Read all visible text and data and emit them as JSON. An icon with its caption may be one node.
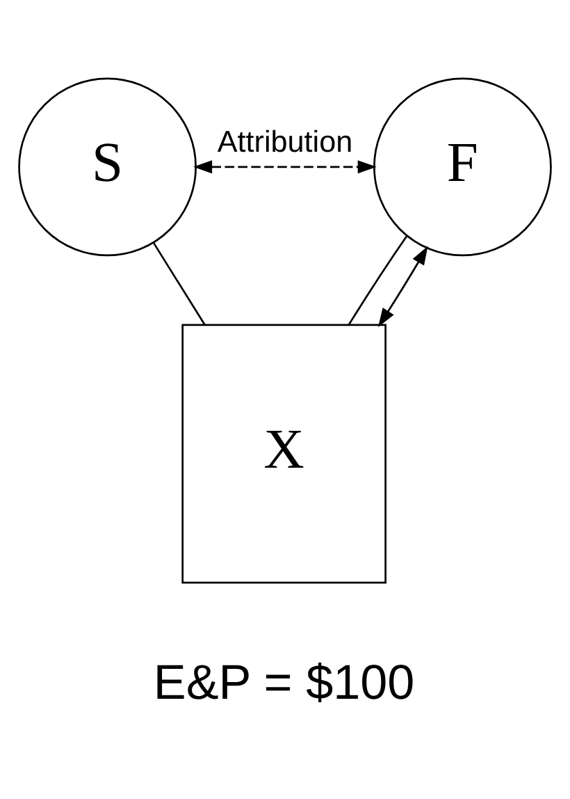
{
  "diagram": {
    "nodes": [
      {
        "text": [
          "S"
        ]
      },
      {
        "text": [
          "F"
        ]
      },
      {
        "text": [
          "X"
        ],
        "beside": [
          "E&P = $100"
        ]
      }
    ],
    "edges": [
      {
        "from": 0,
        "to": 1,
        "arrow": "both",
        "style": "dashed",
        "label": "Attribution"
      },
      {
        "from": 0,
        "to": 2,
        "arrow": "none"
      },
      {
        "from": 1,
        "to": 2,
        "arrow": "none"
      },
      {
        "from": 2,
        "to": 1,
        "arrow": "both"
      }
    ]
  }
}
